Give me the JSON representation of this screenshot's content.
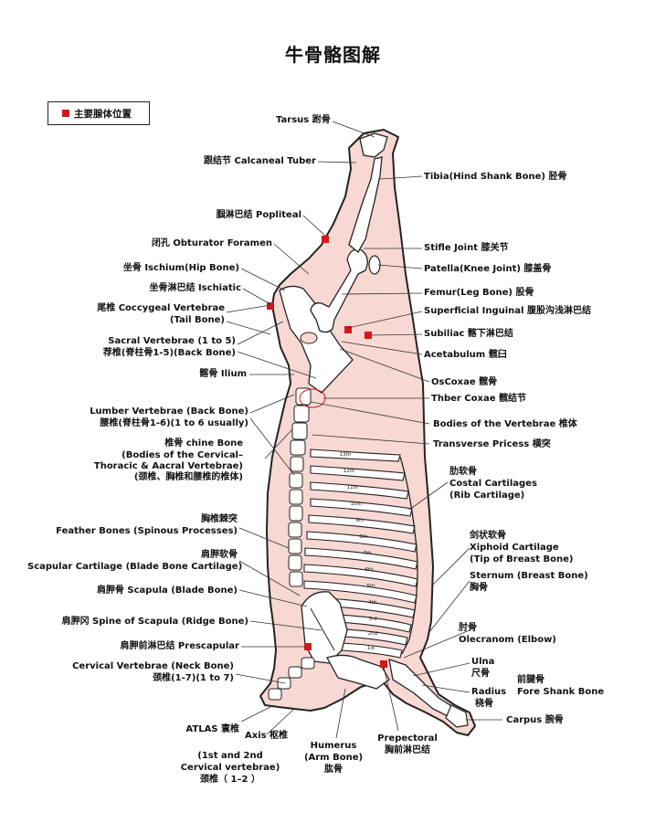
{
  "title": "牛骨骼图解",
  "legend": {
    "label": "主要腺体位置",
    "color": "#d4171c"
  },
  "colors": {
    "meat": "#f7d8d2",
    "outline": "#222222",
    "bone": "#ffffff",
    "gland": "#d4171c"
  },
  "rib_numbers": [
    "13th",
    "12th",
    "11th",
    "10th",
    "9th",
    "8th",
    "7th",
    "6th",
    "5th",
    "4th",
    "3rd",
    "2nd",
    "1st"
  ],
  "labels": {
    "tarsus": "Tarsus 跗骨",
    "calcaneal": "跟结节 Calcaneal Tuber",
    "tibia": "Tibia(Hind Shank Bone) 胫骨",
    "popliteal": "腘淋巴结 Popliteal",
    "obturator": "闭孔 Obturator Foramen",
    "stifle": "Stifle Joint 膝关节",
    "ischium": "坐骨 Ischium(Hip Bone)",
    "patella": "Patella(Knee Joint) 膝盖骨",
    "ischiatic": "坐骨淋巴结 Ischiatic",
    "femur": "Femur(Leg Bone) 股骨",
    "coccygeal_1": "尾椎 Coccygeal Vertebrae",
    "coccygeal_2": "(Tail Bone)",
    "superficial_inguinal": "Superficial Inguinal 腹股沟浅淋巴结",
    "subiliac": "Subiliac 髂下淋巴结",
    "sacral_1": "Sacral Vertebrae (1 to 5)",
    "sacral_2": "荐椎(脊柱骨1-5)(Back Bone)",
    "acetabulum": "Acetabulum 髋臼",
    "ilium": "髂骨 Ilium",
    "oscoxae": "OsCoxae 髋骨",
    "thber_coxae": "Thber Coxae 髋结节",
    "lumber_1": "Lumber Vertebrae (Back Bone)",
    "lumber_2": "腰椎(脊柱骨1-6)(1 to 6 usually)",
    "bodies_vertebrae": "Bodies of the Vertebrae 椎体",
    "transverse": "Transverse Pricess 横突",
    "chine_1": "椎骨 chine Bone",
    "chine_2": "(Bodies of the Cervical–",
    "chine_3": "Thoracic & Aacral Vertebrae)",
    "chine_4": "(颈椎、胸椎和腰椎的椎体)",
    "costal_1": "肋软骨",
    "costal_2": "Costal Cartilages",
    "costal_3": "(Rib Cartilage)",
    "feather_1": "胸椎棘突",
    "feather_2": "Feather Bones (Spinous Processes)",
    "xiphoid_1": "剑状软骨",
    "xiphoid_2": "Xiphoid Cartilage",
    "xiphoid_3": "(Tip of Breast Bone)",
    "scap_cart_1": "肩胛软骨",
    "scap_cart_2": "Scapular Cartilage (Blade Bone Cartilage)",
    "sternum_1": "Sternum (Breast Bone)",
    "sternum_2": "胸骨",
    "scapula": "肩胛骨 Scapula (Blade Bone)",
    "spine_scapula": "肩胛冈 Spine of Scapula (Ridge Bone)",
    "olecranon_1": "肘骨",
    "olecranon_2": "Olecranom (Elbow)",
    "prescapular": "肩胛前淋巴结 Prescapular",
    "ulna_1": "Ulna",
    "ulna_2": "尺骨",
    "cervical_1": "Cervical Vertebrae (Neck Bone)",
    "cervical_2": "颈椎(1-7)(1 to 7)",
    "fore_shank_1": "前腱骨",
    "fore_shank_2": "Fore Shank Bone",
    "radius_1": "Radius",
    "radius_2": "桡骨",
    "carpus": "Carpus 腕骨",
    "atlas": "ATLAS 寰椎",
    "axis": "Axis 枢椎",
    "atlas_axis_1": "(1st and 2nd",
    "atlas_axis_2": "Cervical vertebrae)",
    "atlas_axis_3": "颈椎（ 1–2 ）",
    "humerus_1": "Humerus",
    "humerus_2": "(Arm Bone)",
    "humerus_3": "肱骨",
    "prepectoral_1": "Prepectoral",
    "prepectoral_2": "胸前淋巴结"
  }
}
